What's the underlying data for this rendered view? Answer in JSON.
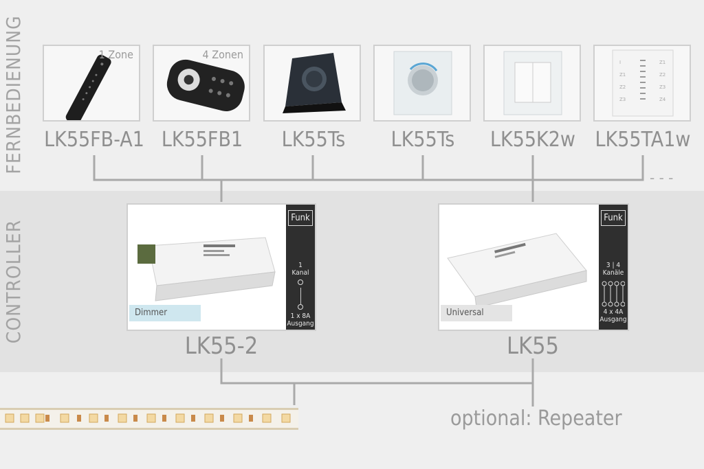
{
  "sections": {
    "remotes_title": "FERNBEDIENUNG",
    "controllers_title": "CONTROLLER"
  },
  "remotes": [
    {
      "label": "LK55FB-A1",
      "zone": "1 Zone"
    },
    {
      "label": "LK55FB1",
      "zone": "4 Zonen"
    },
    {
      "label": "LK55Ts",
      "zone": ""
    },
    {
      "label": "LK55Ts",
      "zone": ""
    },
    {
      "label": "LK55K2w",
      "zone": ""
    },
    {
      "label": "LK55TA1w",
      "zone": ""
    }
  ],
  "controllers": [
    {
      "label": "LK55-2",
      "type": "Dimmer",
      "radio": "Funk",
      "channels": "1\nKanal",
      "output": "1 x 8A\nAusgang",
      "tag_color": "#cfe7ef"
    },
    {
      "label": "LK55",
      "type": "Universal",
      "radio": "Funk",
      "channels": "3 | 4\nKanäle",
      "output": "4 x 4A\nAusgang",
      "tag_color": "#e4e4e4"
    }
  ],
  "optional_text": "optional: Repeater",
  "continuation": "- - -"
}
